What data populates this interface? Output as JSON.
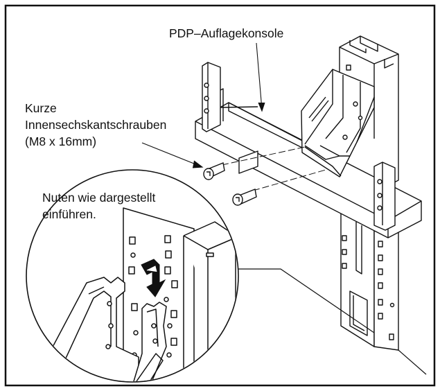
{
  "figure": {
    "labels": {
      "bracket": "PDP–Auflagekonsole",
      "screws_line1": "Kurze",
      "screws_line2": "Innensechskantschrauben",
      "screws_line3": "(M8 x 16mm)",
      "detail_line1": "Nuten wie dargestellt",
      "detail_line2": "einführen."
    },
    "colors": {
      "line": "#111111",
      "background": "#ffffff"
    },
    "icons": [
      "hex-socket-screw-icon",
      "insert-arrow-icon"
    ]
  }
}
